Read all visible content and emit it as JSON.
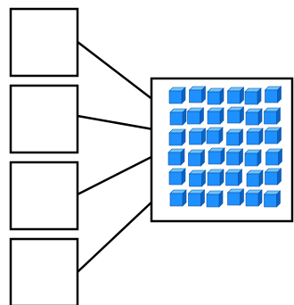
{
  "diagram": {
    "left_boxes": [
      {
        "content": ""
      },
      {
        "content": ""
      },
      {
        "content": ""
      },
      {
        "content": ""
      }
    ],
    "target_box": {
      "grid_rows": 6,
      "grid_cols": 6,
      "item_icon": "cube-icon"
    },
    "connectors": 4,
    "colors": {
      "stroke": "#000000",
      "cube_front": "#1e90ff",
      "cube_top": "#6ec6ff",
      "cube_side": "#0b62c4",
      "cube_edge": "#0a4f9e"
    }
  }
}
